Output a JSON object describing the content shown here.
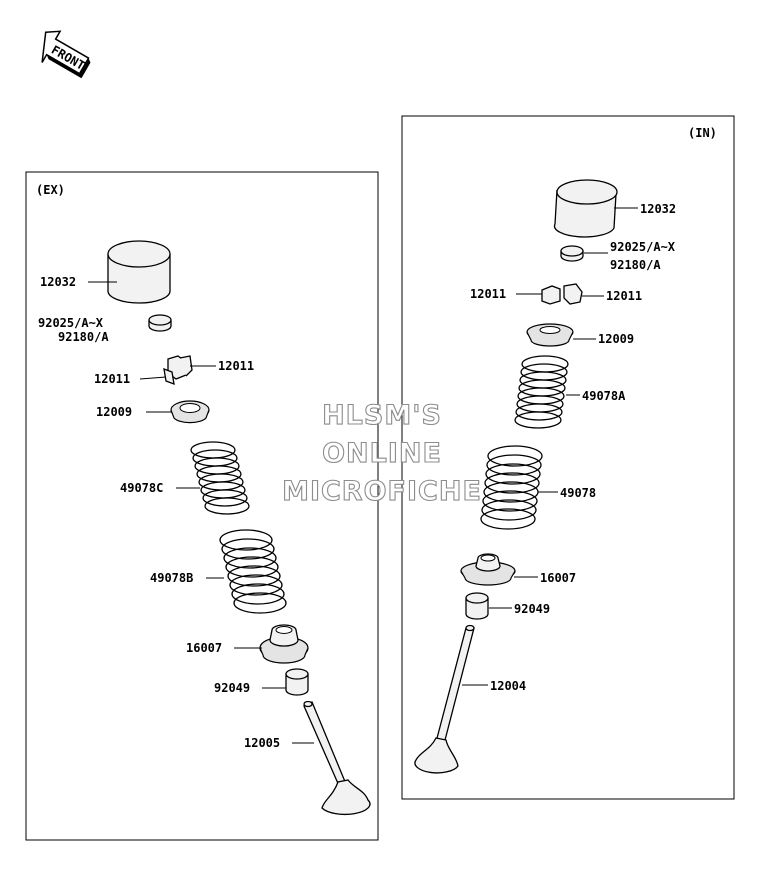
{
  "front_badge": "FRONT",
  "watermark": [
    "HLSM'S",
    "ONLINE",
    "MICROFICHE"
  ],
  "panels": {
    "ex": {
      "header": "(EX)",
      "labels": {
        "tappet": "12032",
        "shim_a": "92025/A~X",
        "shim_b": "92180/A",
        "keeper_right": "12011",
        "keeper_left": "12011",
        "retainer": "12009",
        "spring_inner": "49078C",
        "spring_outer": "49078B",
        "seat": "16007",
        "seal": "92049",
        "valve": "12005"
      }
    },
    "in": {
      "header": "(IN)",
      "labels": {
        "tappet": "12032",
        "shim_a": "92025/A~X",
        "shim_b": "92180/A",
        "keeper_left": "12011",
        "keeper_right": "12011",
        "retainer": "12009",
        "spring_inner": "49078A",
        "spring_outer": "49078",
        "seat": "16007",
        "seal": "92049",
        "valve": "12004"
      }
    }
  }
}
